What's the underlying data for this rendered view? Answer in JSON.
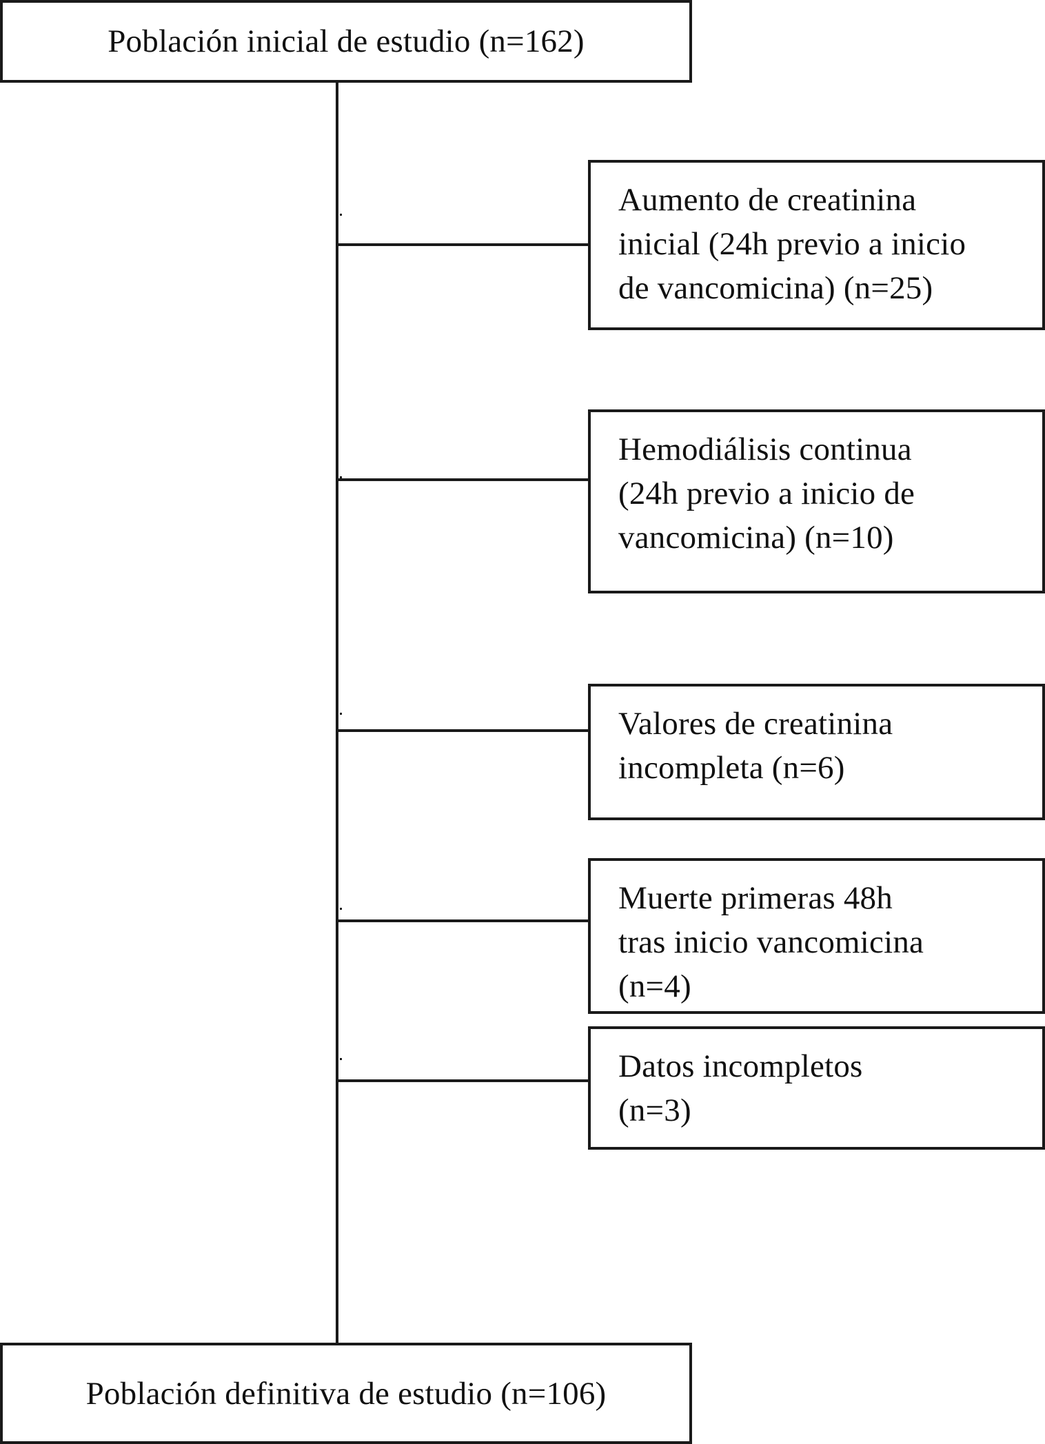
{
  "start": {
    "label": "Población inicial de estudio (n=162)"
  },
  "exclusions": [
    {
      "lines": [
        "Aumento de creatinina",
        "inicial (24h previo a inicio",
        "de vancomicina) (n=25)"
      ]
    },
    {
      "lines": [
        "Hemodiálisis continua",
        "(24h previo a inicio de",
        "vancomicina) (n=10)"
      ]
    },
    {
      "lines": [
        "Valores de creatinina",
        "incompleta (n=6)"
      ]
    },
    {
      "lines": [
        "Muerte primeras 48h",
        "tras inicio vancomicina",
        "(n=4)"
      ]
    },
    {
      "lines": [
        "Datos incompletos",
        "(n=3)"
      ]
    }
  ],
  "end": {
    "label": "Población definitiva de estudio (n=106)"
  },
  "colors": {
    "stroke": "#1a1a1a",
    "background": "#ffffff",
    "text": "#111111"
  }
}
